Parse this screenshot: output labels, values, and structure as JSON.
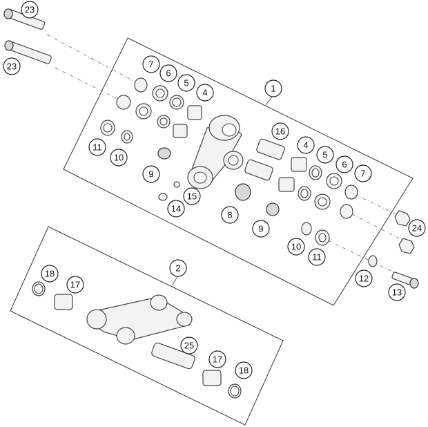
{
  "callouts": {
    "c1": "1",
    "c2": "2",
    "c4a": "4",
    "c4b": "4",
    "c5a": "5",
    "c5b": "5",
    "c6a": "6",
    "c6b": "6",
    "c7a": "7",
    "c7b": "7",
    "c8": "8",
    "c9a": "9",
    "c9b": "9",
    "c10a": "10",
    "c10b": "10",
    "c11a": "11",
    "c11b": "11",
    "c12": "12",
    "c13": "13",
    "c14": "14",
    "c15": "15",
    "c16": "16",
    "c17a": "17",
    "c17b": "17",
    "c18a": "18",
    "c18b": "18",
    "c23a": "23",
    "c23b": "23",
    "c24": "24",
    "c25": "25"
  }
}
